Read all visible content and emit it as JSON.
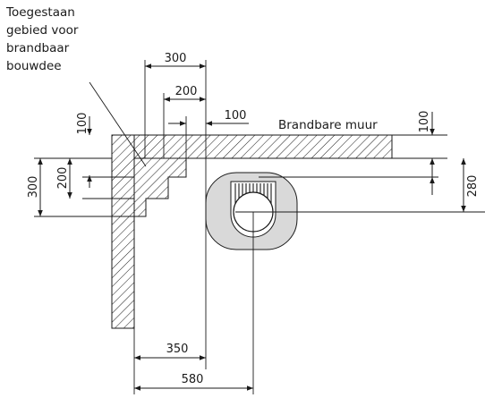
{
  "zone_note": {
    "lines": [
      "Toegestaan",
      "gebied voor",
      "brandbaar",
      "bouwdee"
    ]
  },
  "wall_label": "Brandbare muur",
  "dimensions": {
    "horizontal": {
      "d300": "300",
      "d200": "200",
      "d100": "100",
      "d350": "350",
      "d580": "580"
    },
    "vertical": {
      "d100_left": "100",
      "d200_left": "200",
      "d300_left": "300",
      "d100_right": "100",
      "d280_right": "280"
    }
  }
}
